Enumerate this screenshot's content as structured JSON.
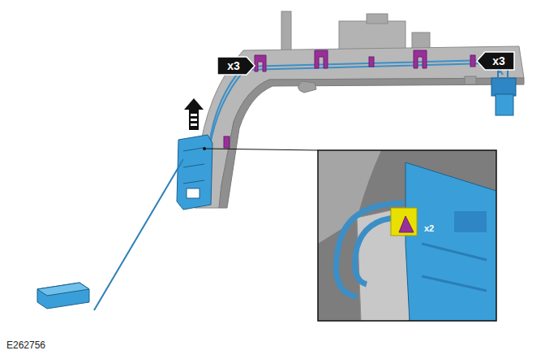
{
  "diagram": {
    "labels": [
      "x3",
      "x3",
      "x2",
      "E262756"
    ]
  }
}
